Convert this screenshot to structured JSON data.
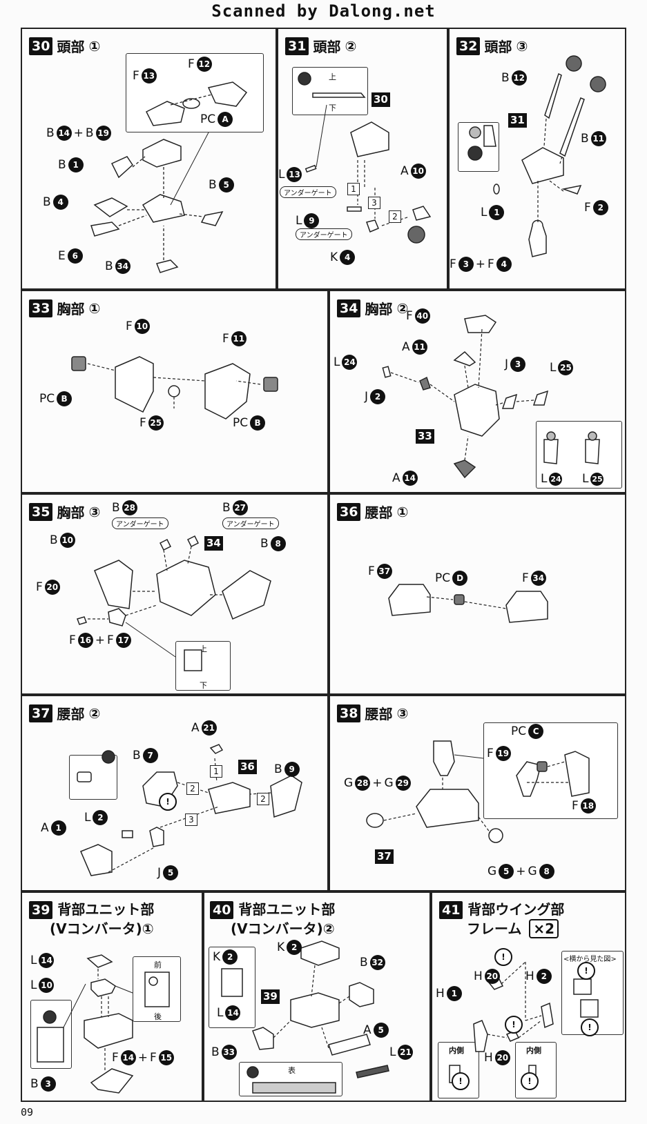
{
  "header": {
    "scan_credit": "Scanned by Dalong.net"
  },
  "page_number": "09",
  "cut_label": "アンダーゲート",
  "top_mark": "上",
  "bottom_mark": "下",
  "front_mark": "前",
  "back_mark": "後",
  "surface_mark": "表",
  "inner_label": "内側",
  "side_view": "<横から見た図>",
  "times2": "×2",
  "steps": {
    "s30": {
      "num": "30",
      "title": "頭部",
      "sub": "①"
    },
    "s31": {
      "num": "31",
      "title": "頭部",
      "sub": "②"
    },
    "s32": {
      "num": "32",
      "title": "頭部",
      "sub": "③"
    },
    "s33": {
      "num": "33",
      "title": "胸部",
      "sub": "①"
    },
    "s34": {
      "num": "34",
      "title": "胸部",
      "sub": "②"
    },
    "s35": {
      "num": "35",
      "title": "胸部",
      "sub": "③"
    },
    "s36": {
      "num": "36",
      "title": "腰部",
      "sub": "①"
    },
    "s37": {
      "num": "37",
      "title": "腰部",
      "sub": "②"
    },
    "s38": {
      "num": "38",
      "title": "腰部",
      "sub": "③"
    },
    "s39": {
      "num": "39",
      "title1": "背部ユニット部",
      "title2": "(Vコンバータ)①"
    },
    "s40": {
      "num": "40",
      "title1": "背部ユニット部",
      "title2": "(Vコンバータ)②"
    },
    "s41": {
      "num": "41",
      "title1": "背部ウイング部",
      "title2": "フレーム"
    }
  },
  "labels": {
    "F": "F",
    "B": "B",
    "PC": "PC",
    "L": "L",
    "A": "A",
    "K": "K",
    "E": "E",
    "J": "J",
    "G": "G",
    "H": "H",
    "plus": "+",
    "n1": "1",
    "n2": "2",
    "n3": "3",
    "n4": "4",
    "n5": "5",
    "n6": "6",
    "n7": "7",
    "n8": "8",
    "n9": "9",
    "n10": "10",
    "n11": "11",
    "n12": "12",
    "n13": "13",
    "n14": "14",
    "n15": "15",
    "n16": "16",
    "n17": "17",
    "n18": "18",
    "n19": "19",
    "n20": "20",
    "n21": "21",
    "n24": "24",
    "n25": "25",
    "n27": "27",
    "n28": "28",
    "n29": "29",
    "n32": "32",
    "n33": "33",
    "n34": "34",
    "n37": "37",
    "n40": "40",
    "cA": "A",
    "cB": "B",
    "cC": "C",
    "cD": "D",
    "ex": "!"
  },
  "refs": {
    "r30": "30",
    "r31": "31",
    "r33": "33",
    "r34": "34",
    "r36": "36",
    "r37": "37",
    "r39": "39"
  }
}
